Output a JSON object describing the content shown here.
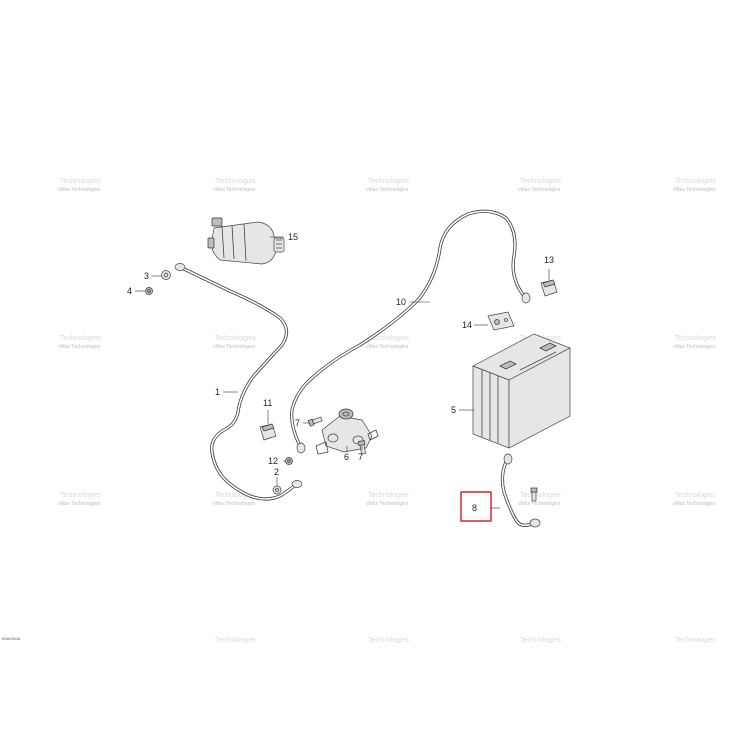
{
  "diagram": {
    "callouts": [
      {
        "id": "1",
        "label": "1"
      },
      {
        "id": "2",
        "label": "2"
      },
      {
        "id": "3",
        "label": "3"
      },
      {
        "id": "4",
        "label": "4"
      },
      {
        "id": "5",
        "label": "5"
      },
      {
        "id": "6",
        "label": "6"
      },
      {
        "id": "7a",
        "label": "7"
      },
      {
        "id": "7b",
        "label": "7"
      },
      {
        "id": "8",
        "label": "8"
      },
      {
        "id": "10",
        "label": "10"
      },
      {
        "id": "11",
        "label": "11"
      },
      {
        "id": "12",
        "label": "12"
      },
      {
        "id": "13",
        "label": "13"
      },
      {
        "id": "14",
        "label": "14"
      },
      {
        "id": "15",
        "label": "15"
      }
    ],
    "highlighted_callout": "8",
    "highlight_color": "#d9262c",
    "watermark_line1": "vMax Technologies",
    "watermark_line2": "Technologies",
    "drawing_code": "5060159A"
  }
}
